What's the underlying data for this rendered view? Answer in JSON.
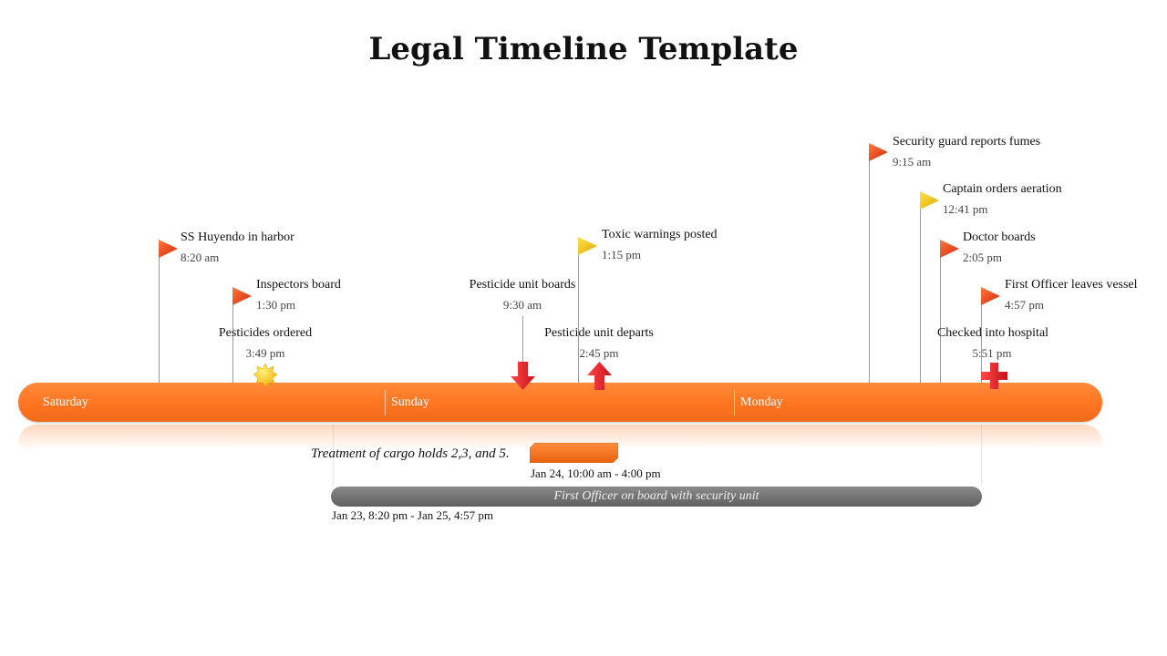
{
  "title": "Legal Timeline Template",
  "days": [
    "Saturday",
    "Sunday",
    "Monday"
  ],
  "events": [
    {
      "title": "SS Huyendo in harbor",
      "time": "8:20 am",
      "flag": "red-flag-icon"
    },
    {
      "title": "Inspectors board",
      "time": "1:30 pm",
      "flag": "red-flag-icon"
    },
    {
      "title": "Pesticides ordered",
      "time": "3:49 pm",
      "marker": "starburst-icon"
    },
    {
      "title": "Pesticide unit boards",
      "time": "9:30 am",
      "marker": "down-arrow-icon"
    },
    {
      "title": "Toxic warnings posted",
      "time": "1:15 pm",
      "flag": "yellow-flag-icon"
    },
    {
      "title": "Pesticide unit departs",
      "time": "2:45 pm",
      "marker": "up-arrow-icon"
    },
    {
      "title": "Security guard reports fumes",
      "time": "9:15 am",
      "flag": "red-flag-icon"
    },
    {
      "title": "Captain orders aeration",
      "time": "12:41 pm",
      "flag": "yellow-flag-icon"
    },
    {
      "title": "Doctor boards",
      "time": "2:05 pm",
      "flag": "red-flag-icon"
    },
    {
      "title": "First Officer leaves vessel",
      "time": "4:57 pm",
      "flag": "red-flag-icon"
    },
    {
      "title": "Checked into hospital",
      "time": "5:51 pm",
      "marker": "medical-cross-icon"
    }
  ],
  "ranges": [
    {
      "label": "Treatment of cargo holds 2,3, and 5.",
      "dates": "Jan 24, 10:00  am - 4:00 pm"
    },
    {
      "label": "First Officer on board with security unit",
      "dates": "Jan 23, 8:20 pm - Jan 25, 4:57 pm"
    }
  ],
  "colors": {
    "band": "#ff7420",
    "flag_red": "#e8401c",
    "flag_yellow": "#f2c200",
    "gray_bar": "#6b6b6b",
    "marker_red": "#d9141f"
  }
}
